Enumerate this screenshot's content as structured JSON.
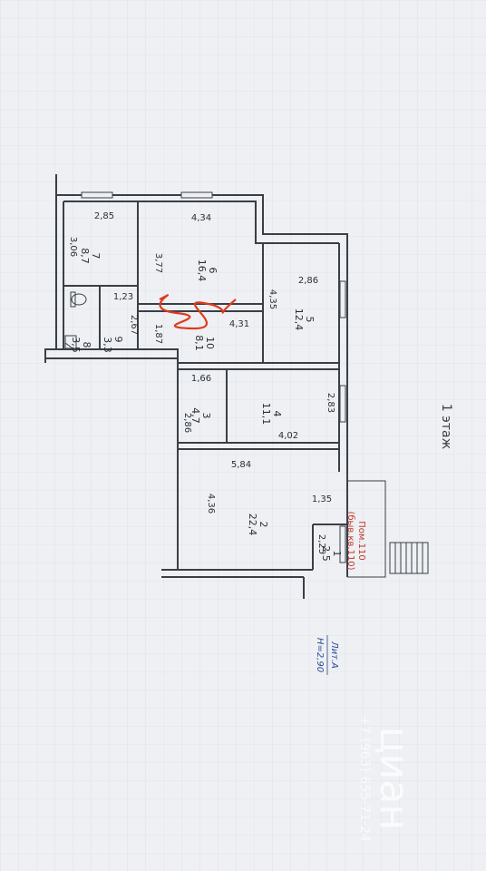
{
  "floor_label": "1 этаж",
  "lit": {
    "line1": "Лит.А",
    "line2": "Н=2,90"
  },
  "annotation": {
    "line1": "Пом.110",
    "line2": "(быв.кв.110)"
  },
  "watermark": {
    "brand": "циан",
    "phone": "+7 (963) 655-71-24"
  },
  "rooms": [
    {
      "id": "7",
      "area": "8,7",
      "dim_a": "2,85",
      "dim_b": "3,06"
    },
    {
      "id": "6",
      "area": "16,4",
      "dim_a": "4,34",
      "dim_b": "3,77"
    },
    {
      "id": "5",
      "area": "12,4",
      "dim_a": "2,86",
      "dim_b": "4,35"
    },
    {
      "id": "10",
      "area": "8,1",
      "dim_a": "4,31",
      "dim_b": "1,87"
    },
    {
      "id": "9",
      "area": "3,3",
      "dim_a": "1,23",
      "dim_b": "2,67"
    },
    {
      "id": "8",
      "area": "3,5"
    },
    {
      "id": "3",
      "area": "4,7",
      "dim_a": "1,66",
      "dim_b": "2,86"
    },
    {
      "id": "4",
      "area": "11,1",
      "dim_a": "2,83",
      "dim_b": "4,02"
    },
    {
      "id": "2",
      "area": "22,4",
      "dim_a": "5,84",
      "dim_b": "4,36"
    },
    {
      "id": "1",
      "area": "2,5",
      "dim_a": "1,35",
      "dim_b": "2,25"
    }
  ],
  "colors": {
    "ink": "#2b2f36",
    "grid": "#cfd6df",
    "red": "#e03a1e",
    "blue": "#2c4a9a"
  }
}
